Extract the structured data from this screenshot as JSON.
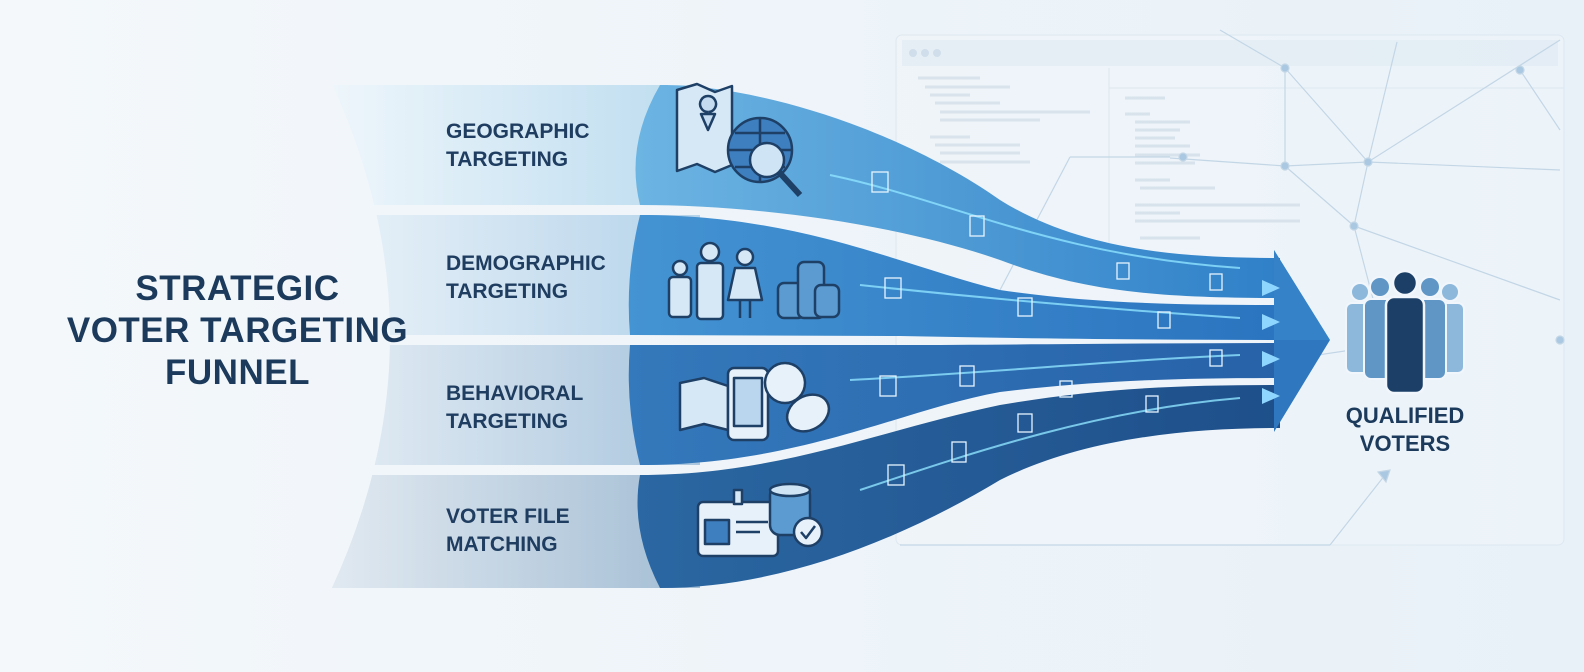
{
  "title": {
    "line1": "STRATEGIC",
    "line2": "VOTER TARGETING",
    "line3": "FUNNEL"
  },
  "stages": [
    {
      "line1": "GEOGRAPHIC",
      "line2": "TARGETING",
      "icons": [
        "map-pin-icon",
        "globe-icon",
        "magnifier-icon"
      ]
    },
    {
      "line1": "DEMOGRAPHIC",
      "line2": "TARGETING",
      "icons": [
        "family-icon",
        "coin-stack-icon"
      ]
    },
    {
      "line1": "BEHAVIORAL",
      "line2": "TARGETING",
      "icons": [
        "book-icon",
        "smartphone-icon",
        "soccer-ball-icon",
        "football-icon"
      ]
    },
    {
      "line1": "VOTER FILE",
      "line2": "MATCHING",
      "icons": [
        "id-badge-icon",
        "database-icon",
        "checkmark-icon"
      ]
    }
  ],
  "result": {
    "line1": "QUALIFIED",
    "line2": "VOTERS",
    "icon": "voter-group-icon"
  },
  "colors": {
    "title": "#1b3a5c",
    "band1": "#5aa6d9",
    "band2": "#3a86c8",
    "band3": "#2f6fb2",
    "band4": "#275c96",
    "glow": "#7fe0ff"
  }
}
